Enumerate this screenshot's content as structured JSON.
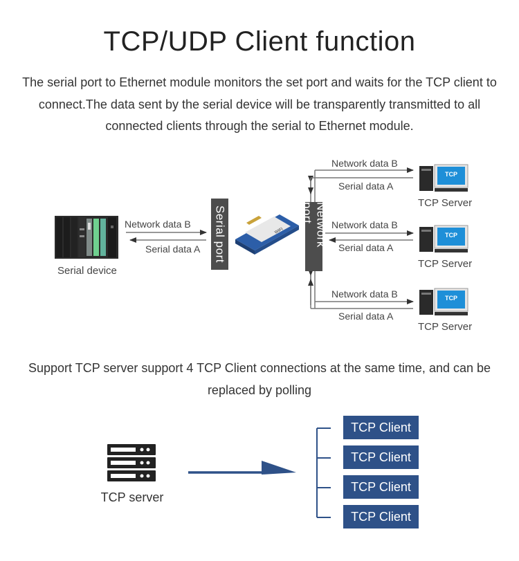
{
  "title": "TCP/UDP Client function",
  "description": "The serial port to Ethernet module monitors the set port and waits for the TCP client to connect.The data sent by the serial device will be transparently transmitted to all connected clients through the serial to Ethernet module.",
  "diagram": {
    "serial_device_label": "Serial device",
    "serial_port_label": "Serial port",
    "network_port_label": "Network port",
    "left_link": {
      "top": "Network data B",
      "bottom": "Serial data A"
    },
    "servers": [
      {
        "label": "TCP Server",
        "screen_text": "TCP",
        "data_top": "Network data B",
        "data_bottom": "Serial data A"
      },
      {
        "label": "TCP Server",
        "screen_text": "TCP",
        "data_top": "Network data B",
        "data_bottom": "Serial data A"
      },
      {
        "label": "TCP Server",
        "screen_text": "TCP",
        "data_top": "Network data B",
        "data_bottom": "Serial data A"
      }
    ]
  },
  "support_text": "Support TCP server support 4 TCP Client connections at the same time, and can be replaced by polling",
  "bottom": {
    "server_label": "TCP server",
    "clients": [
      "TCP Client",
      "TCP Client",
      "TCP Client",
      "TCP Client"
    ]
  },
  "colors": {
    "client_box": "#2e5188",
    "port_box": "#4d4d4d",
    "arrow": "#2e5188",
    "screen": "#1e8fd8"
  }
}
